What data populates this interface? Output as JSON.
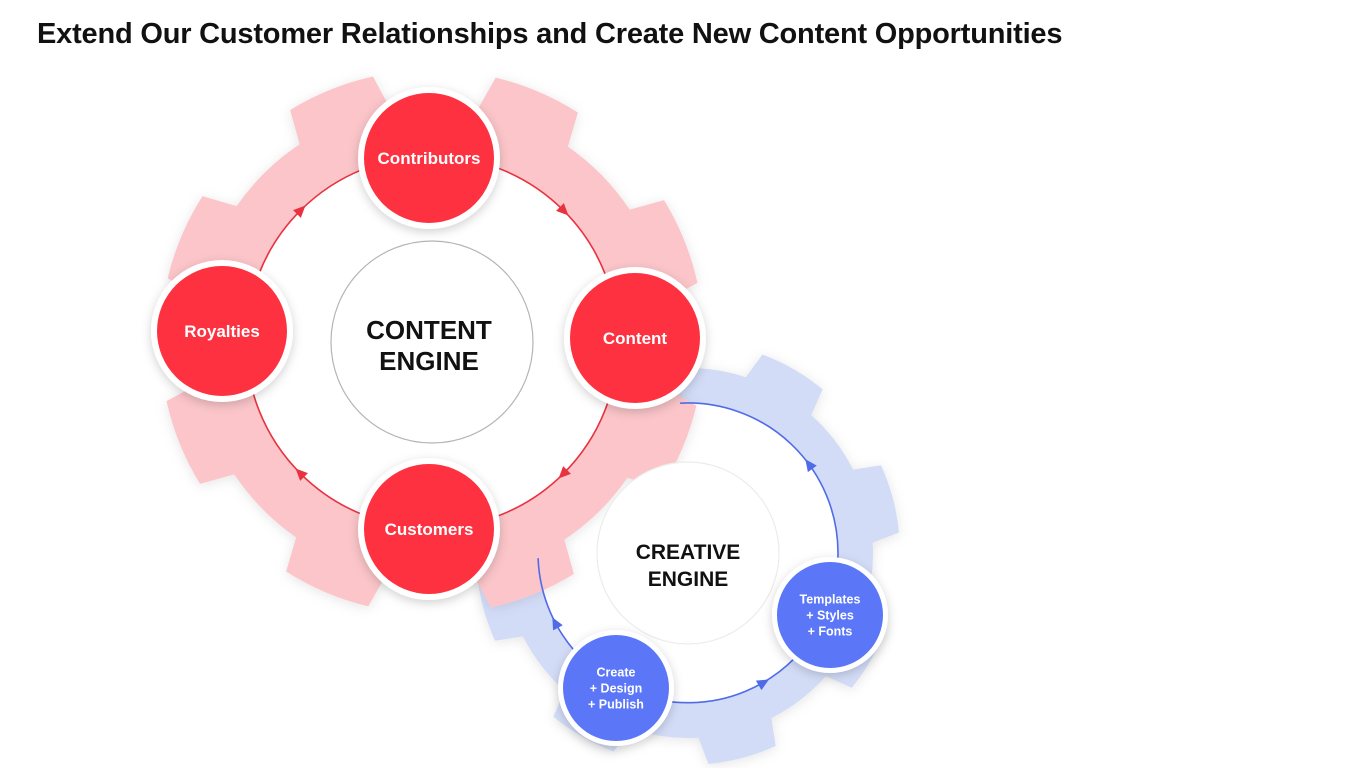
{
  "title": "Extend Our Customer Relationships and Create New Content Opportunities",
  "colors": {
    "red_node": "#fd3140",
    "red_gear": "#fbc5c9",
    "red_line": "#e8323f",
    "blue_node": "#5b77f8",
    "blue_gear": "#d3dcf7",
    "blue_line": "#4f6be8"
  },
  "content_engine": {
    "label_lines": [
      "CONTENT",
      "ENGINE"
    ],
    "nodes": [
      {
        "label_lines": [
          "Contributors"
        ]
      },
      {
        "label_lines": [
          "Content"
        ]
      },
      {
        "label_lines": [
          "Customers"
        ]
      },
      {
        "label_lines": [
          "Royalties"
        ]
      }
    ],
    "flow_direction": "clockwise"
  },
  "creative_engine": {
    "label_lines": [
      "CREATIVE",
      "ENGINE"
    ],
    "nodes": [
      {
        "label_lines": [
          "Templates",
          "+ Styles",
          "+ Fonts"
        ]
      },
      {
        "label_lines": [
          "Create",
          "+ Design",
          "+ Publish"
        ]
      }
    ],
    "flow_direction": "counter-clockwise"
  }
}
